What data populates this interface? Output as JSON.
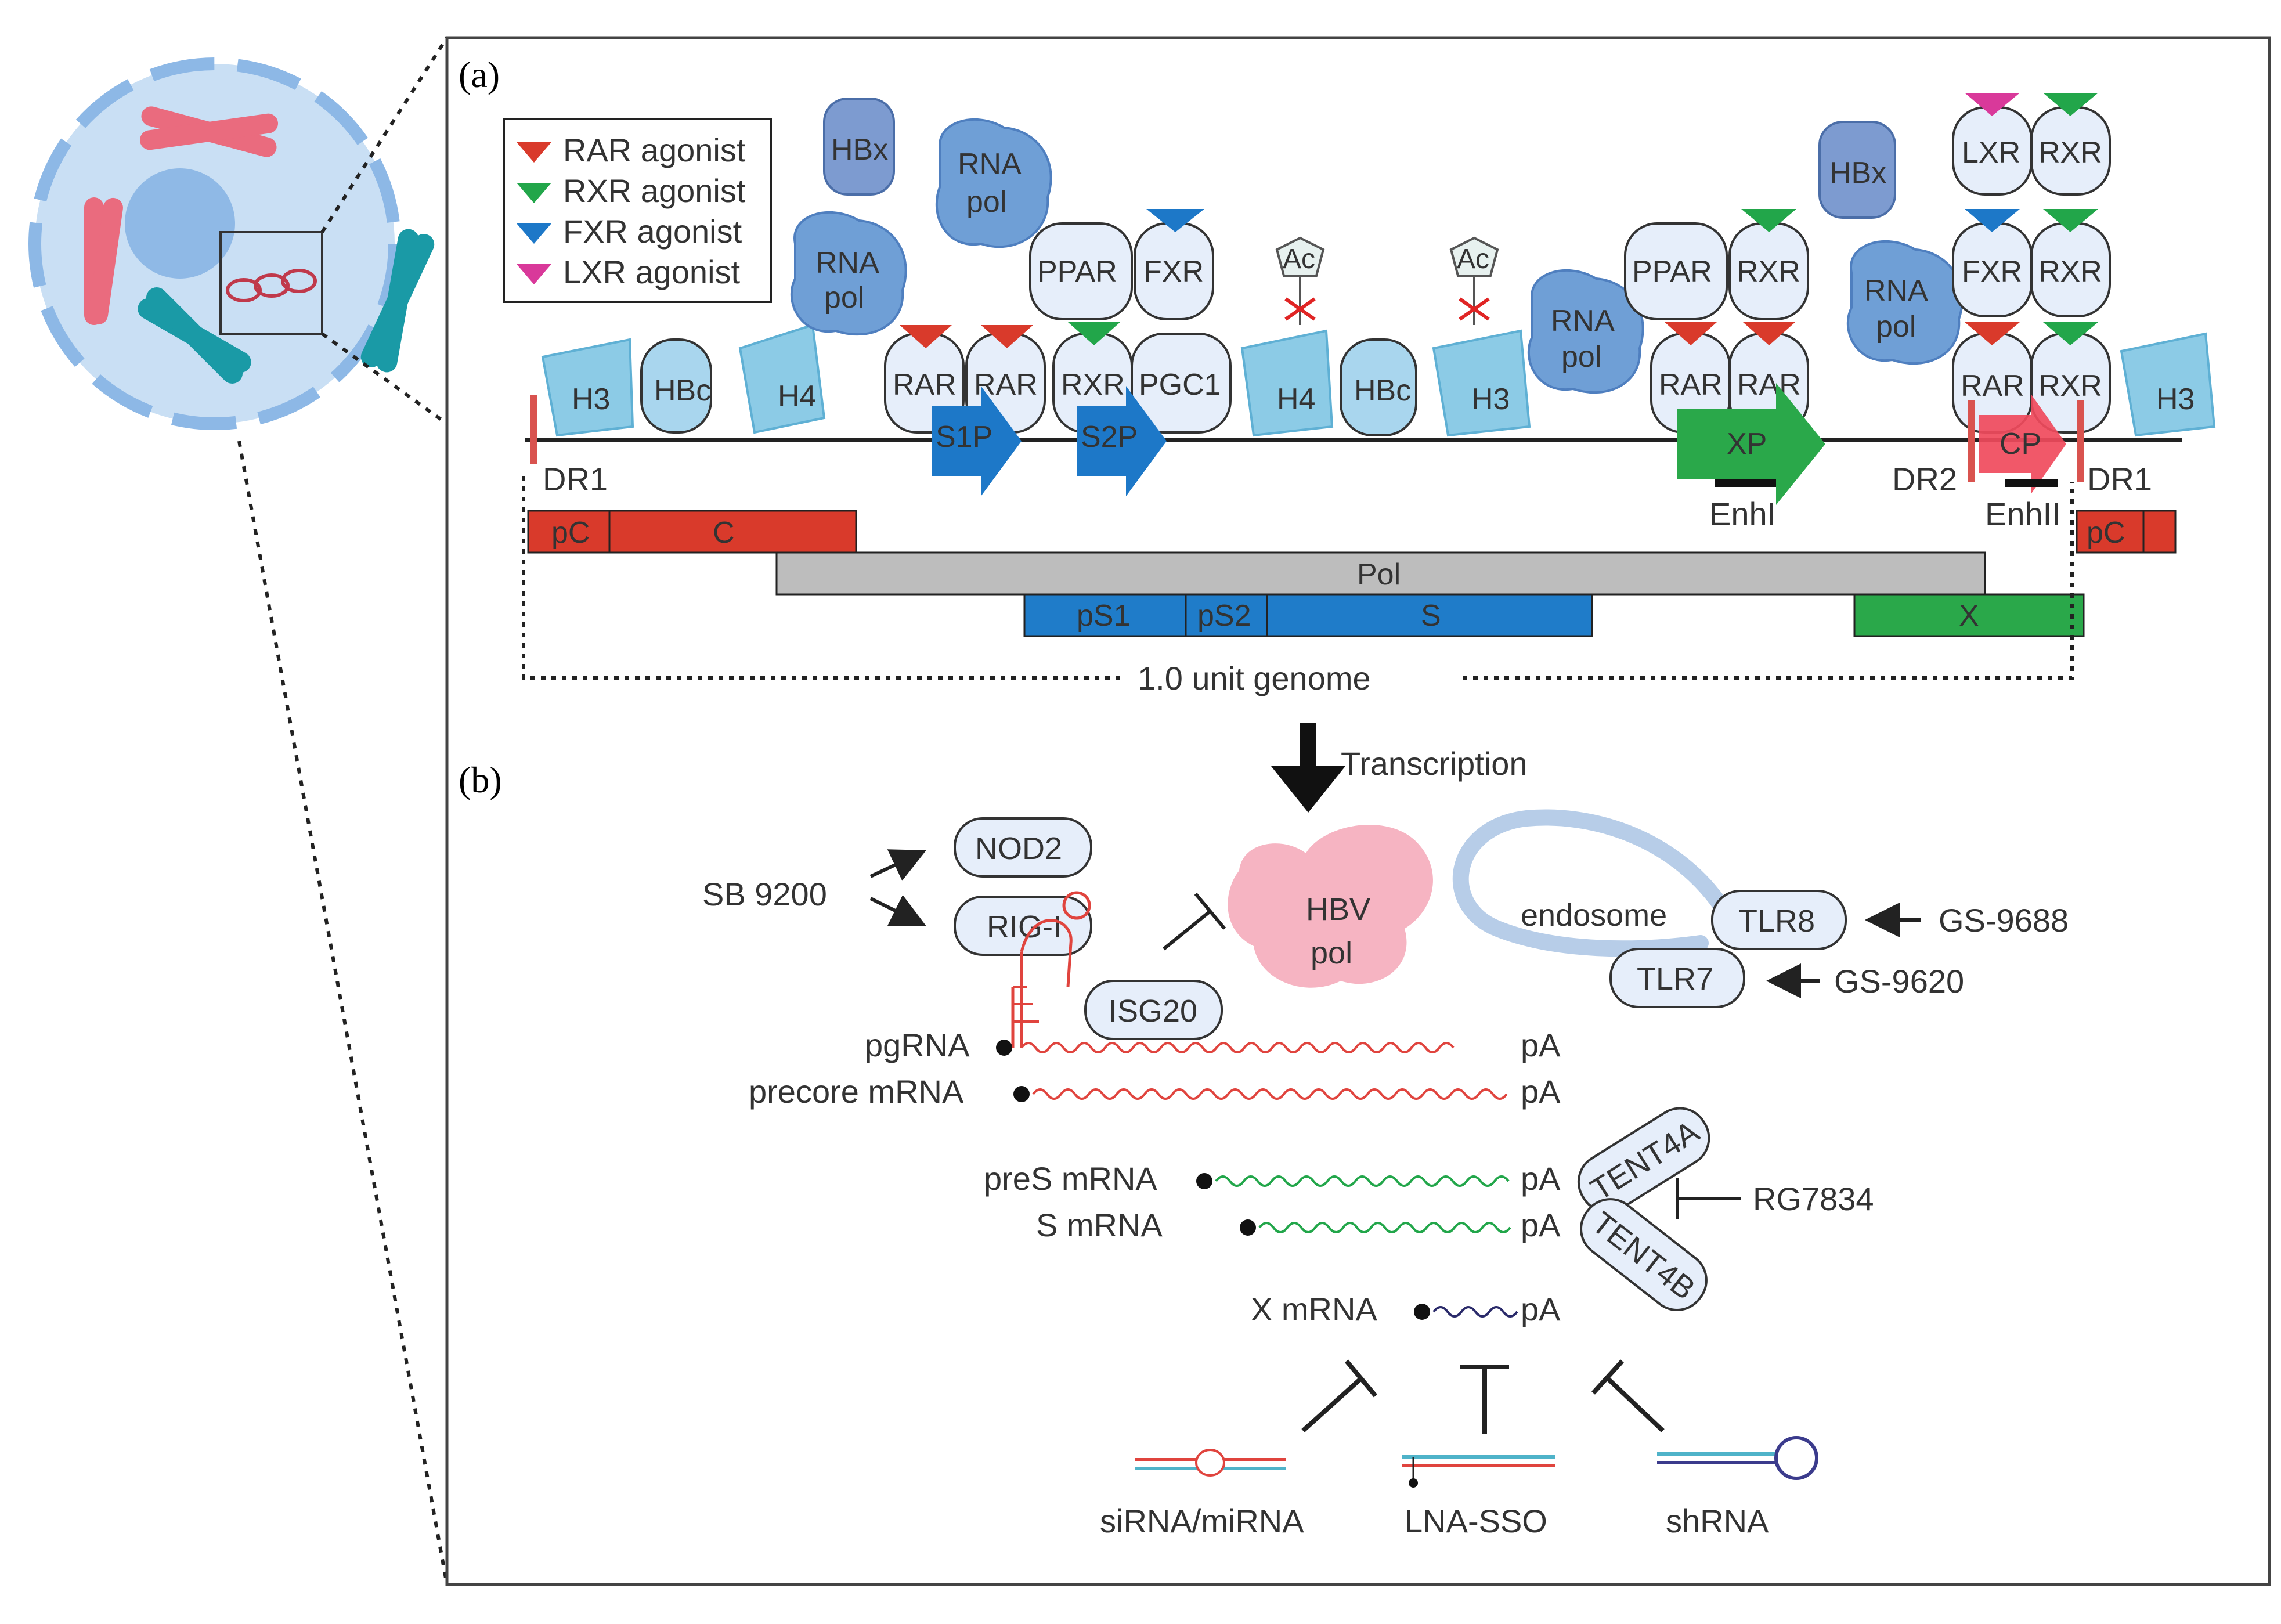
{
  "panels": {
    "a": "(a)",
    "b": "(b)"
  },
  "legend": {
    "items": [
      {
        "label": "RAR agonist",
        "color": "#d93a2b"
      },
      {
        "label": "RXR agonist",
        "color": "#22a64a"
      },
      {
        "label": "FXR agonist",
        "color": "#1d78c8"
      },
      {
        "label": "LXR agonist",
        "color": "#d9399a"
      }
    ]
  },
  "colors": {
    "protein_fill": "#e6eefa",
    "histone": "#8ccbe6",
    "polymerase": "#6f9fd6",
    "hbx": "#7d9bd0",
    "core_red": "#d93a2b",
    "pol_gray": "#bdbdbd",
    "s_blue": "#1f7cc9",
    "x_green": "#2aa84a",
    "hbv_pol_pink": "#f6b4c2"
  },
  "proteins": {
    "hbx": "HBx",
    "rna_pol_1": "RNA",
    "rna_pol_2": "pol",
    "ppar": "PPAR",
    "fxr": "FXR",
    "rxr": "RXR",
    "rar": "RAR",
    "pgc1": "PGC1",
    "lxr": "LXR",
    "hbc": "HBc",
    "h3": "H3",
    "h4": "H4",
    "ac": "Ac"
  },
  "genome": {
    "promoters": {
      "s1p": "S1P",
      "s2p": "S2P",
      "xp": "XP",
      "cp": "CP"
    },
    "dr1": "DR1",
    "dr2": "DR2",
    "enh1": "EnhI",
    "enh2": "EnhII",
    "orfs": {
      "pc": "pC",
      "c": "C",
      "pol": "Pol",
      "ps1": "pS1",
      "ps2": "pS2",
      "s": "S",
      "x": "X"
    },
    "unit": "1.0 unit genome"
  },
  "transcription": "Transcription",
  "panel_b": {
    "sb9200": "SB 9200",
    "nod2": "NOD2",
    "rigi": "RIG-I",
    "isg20": "ISG20",
    "hbv_pol_1": "HBV",
    "hbv_pol_2": "pol",
    "endosome": "endosome",
    "tlr8": "TLR8",
    "tlr7": "TLR7",
    "gs9688": "GS-9688",
    "gs9620": "GS-9620",
    "pgrna": "pgRNA",
    "precore": "precore mRNA",
    "pres": "preS mRNA",
    "s_mrna": "S mRNA",
    "x_mrna": "X mRNA",
    "pa": "pA",
    "tent4a": "TENT4A",
    "tent4b": "TENT4B",
    "rg7834": "RG7834",
    "sirna": "siRNA/miRNA",
    "lna": "LNA-SSO",
    "shrna": "shRNA"
  }
}
